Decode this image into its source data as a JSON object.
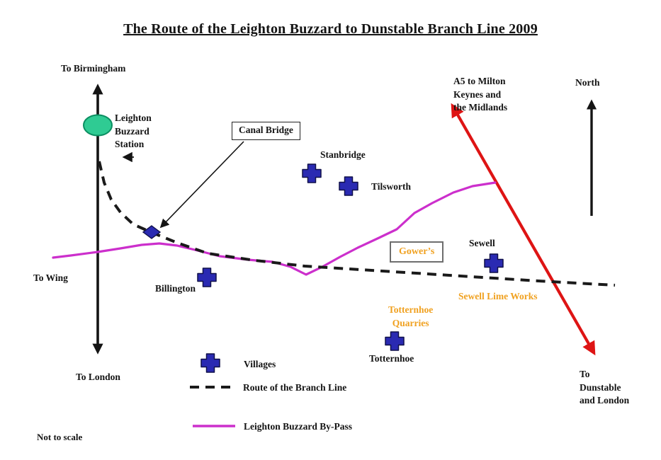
{
  "title": "The Route of the Leighton Buzzard to Dunstable Branch Line 2009",
  "map": {
    "labels": {
      "to_birmingham": "To Birmingham",
      "to_london": "To London",
      "to_wing": "To Wing",
      "north": "North",
      "not_to_scale": "Not to scale",
      "station": "Leighton\nBuzzard\nStation",
      "canal_bridge": "Canal Bridge",
      "a5_road": "A5 to Milton\nKeynes and\nthe Midlands",
      "to_dunstable": "To\nDunstable\nand London",
      "gowers": "Gower’s",
      "sewell_lime_works": "Sewell Lime Works",
      "totternhoe_quarries": "Totternhoe\nQuarries"
    },
    "villages": [
      {
        "name": "Stanbridge"
      },
      {
        "name": "Tilsworth"
      },
      {
        "name": "Billington"
      },
      {
        "name": "Sewell"
      },
      {
        "name": "Totternhoe"
      }
    ]
  },
  "legend": {
    "villages": "Villages",
    "branch_line": "Route of the Branch Line",
    "bypass": "Leighton Buzzard By-Pass"
  },
  "colors": {
    "village_marker": "#2a2ab2",
    "station_marker": "#2fcb93",
    "station_marker_border": "#0b8e61",
    "bypass_line": "#cc2fcc",
    "a5_road": "#de1414",
    "branch_line": "#1a1a1a",
    "quarry_text": "#f0a120"
  }
}
